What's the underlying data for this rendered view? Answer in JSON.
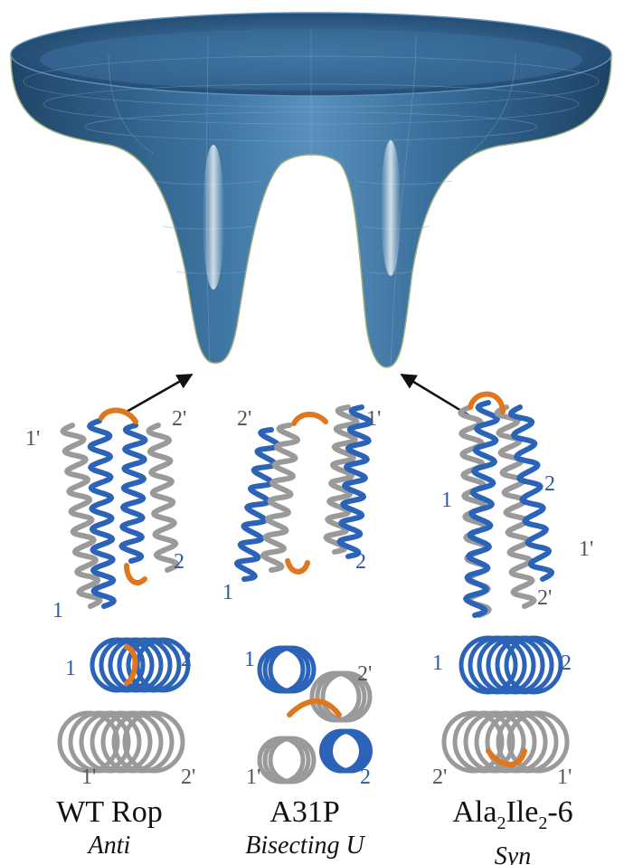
{
  "panels": [
    {
      "name_parts": [
        "WT Rop"
      ],
      "conformation": "Anti",
      "side_labels": [
        "1'",
        "2'",
        "1",
        "2"
      ],
      "top_labels": [
        "1",
        "2",
        "1'",
        "2'"
      ]
    },
    {
      "name_parts": [
        "A31P"
      ],
      "conformation": "Bisecting U",
      "side_labels": [
        "2'",
        "1'",
        "1",
        "2"
      ],
      "top_labels": [
        "1",
        "2'",
        "1'",
        "2"
      ]
    },
    {
      "name_parts": [
        "Ala",
        "2",
        "Ile",
        "2",
        "-6"
      ],
      "conformation": "Syn",
      "side_labels": [
        "1",
        "2",
        "1'",
        "2'"
      ],
      "top_labels": [
        "1",
        "2",
        "2'",
        "1'"
      ]
    }
  ],
  "colors": {
    "funnel": "#2f5f86",
    "helix_blue": "#2a63b8",
    "helix_gray": "#9a9a9a",
    "loop_orange": "#e0761e",
    "label_blue": "#2a5aa8",
    "label_gray": "#555555"
  }
}
